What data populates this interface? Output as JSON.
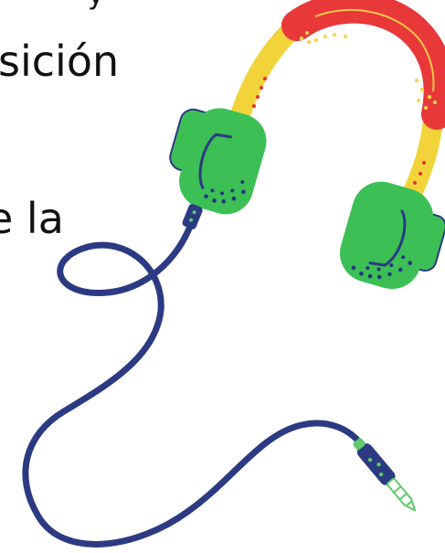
{
  "text_fragments": {
    "top": "ý",
    "line1": "sición",
    "line2": "e la"
  },
  "illustration": {
    "icon": "headphones-icon",
    "colors": {
      "headband_yellow": "#F2D43A",
      "headband_red": "#E8383A",
      "earcup_green": "#3CBF55",
      "cable_navy": "#2B3A82",
      "plug_green": "#5FCB6B",
      "dots_navy": "#25367A",
      "dots_yellow": "#F6D84A",
      "dots_red": "#E23236"
    }
  }
}
